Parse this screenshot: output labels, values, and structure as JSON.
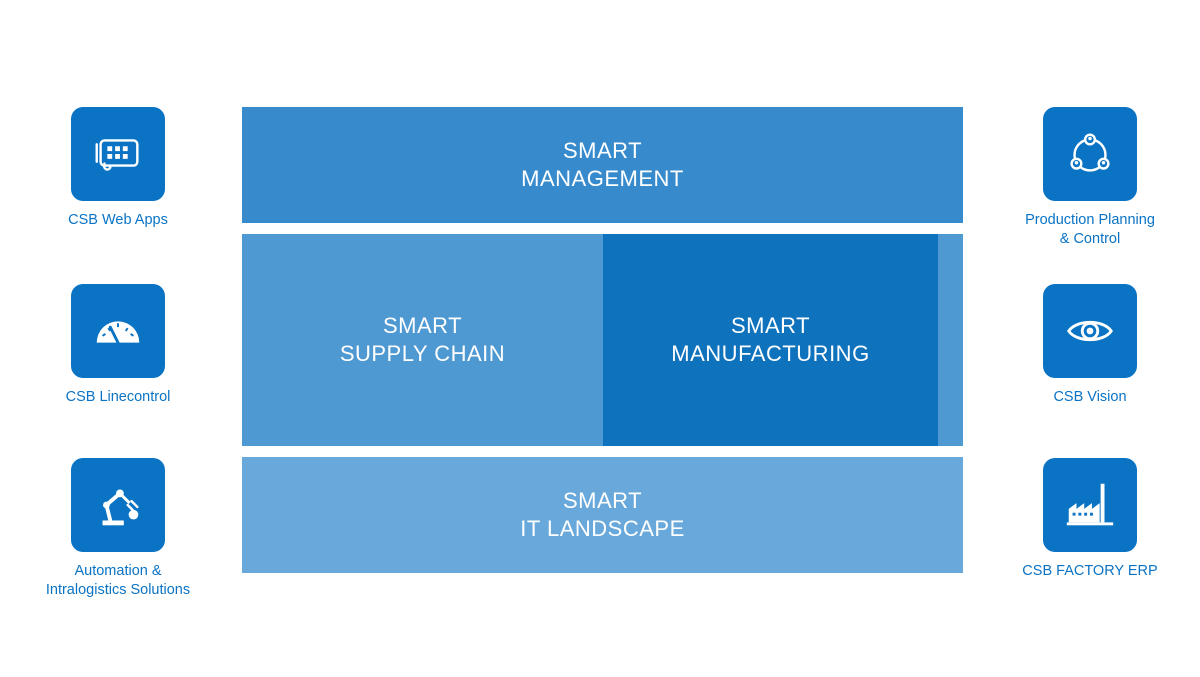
{
  "colors": {
    "tile": "#0a73c4",
    "management": "#378bcc",
    "supply_chain": "#4f99d3",
    "manufacturing": "#0f72bd",
    "it_landscape": "#68a8da"
  },
  "left_tiles": [
    {
      "icon": "tablet-app-icon",
      "caption": "CSB Web Apps"
    },
    {
      "icon": "gauge-icon",
      "caption": "CSB Linecontrol"
    },
    {
      "icon": "robot-arm-icon",
      "caption": "Automation &\nIntralogistics Solutions"
    }
  ],
  "right_tiles": [
    {
      "icon": "people-cycle-icon",
      "caption": "Production Planning\n& Control"
    },
    {
      "icon": "eye-icon",
      "caption": "CSB Vision"
    },
    {
      "icon": "factory-icon",
      "caption": "CSB FACTORY ERP"
    }
  ],
  "blocks": {
    "management": "SMART\nMANAGEMENT",
    "supply_chain": "SMART\nSUPPLY CHAIN",
    "manufacturing": "SMART\nMANUFACTURING",
    "it_landscape": "SMART\nIT LANDSCAPE"
  }
}
